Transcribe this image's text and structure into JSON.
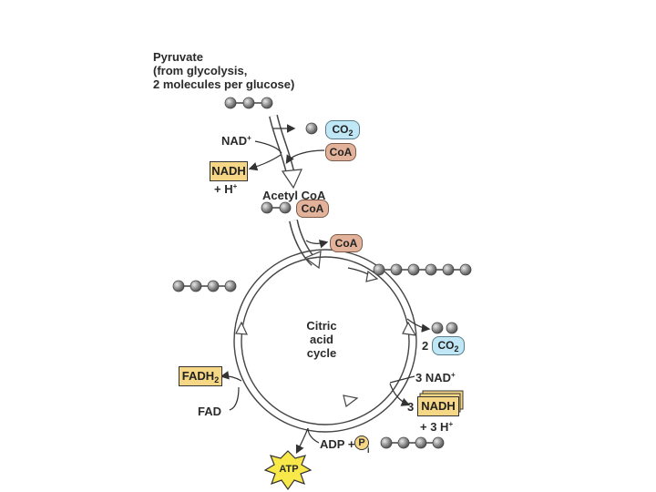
{
  "pyruvate": {
    "line1": "Pyruvate",
    "line2": "(from glycolysis,",
    "line3": "2 molecules per glucose)"
  },
  "labels": {
    "nad_plus": "NAD",
    "nad_plus_sup": "+",
    "nadh": "NADH",
    "h_plus": "+ H",
    "h_plus_sup": "+",
    "co2": "CO",
    "co2_sub": "2",
    "coa": "CoA",
    "acetyl_coa": "Acetyl CoA",
    "fadh2": "FADH",
    "fadh2_sub": "2",
    "fad": "FAD",
    "two": "2",
    "three_nad": "3 NAD",
    "three_nad_sup": "+",
    "three": "3",
    "three_h": "+ 3 H",
    "three_h_sup": "+",
    "adp": "ADP +",
    "pi_p": "P",
    "pi_i": "i",
    "atp": "ATP"
  },
  "cycle": {
    "line1": "Citric",
    "line2": "acid",
    "line3": "cycle"
  },
  "colors": {
    "co2_fill": "#bfe7f5",
    "coa_fill": "#e2b39a",
    "nadh_fill": "#f6d785",
    "atp_fill": "#f8e84a",
    "carbon_ball": "#8f8f8f"
  }
}
